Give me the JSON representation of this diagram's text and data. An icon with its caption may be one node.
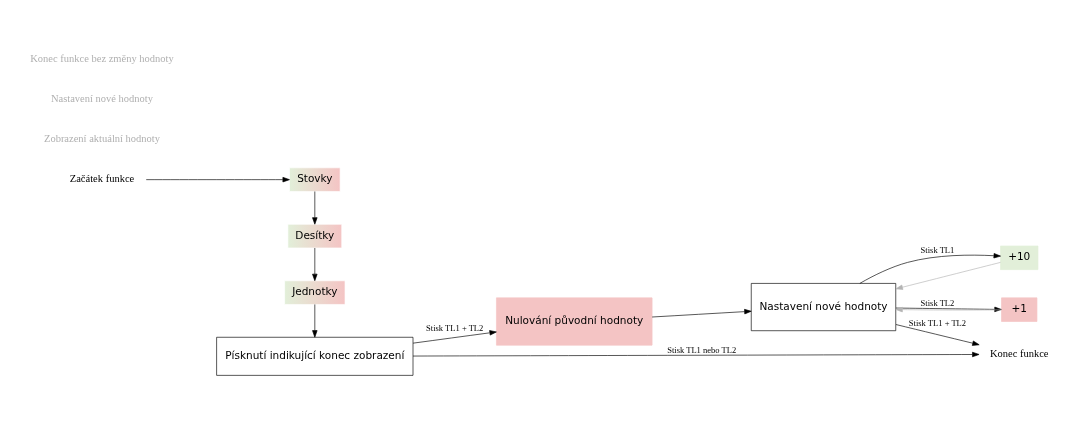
{
  "diagram": {
    "nodes": [
      {
        "text": [
          "Začátek funkce"
        ]
      },
      {
        "text": [
          "Stovky"
        ]
      },
      {
        "text": [
          "Desítky"
        ]
      },
      {
        "text": [
          "Jednotky"
        ]
      },
      {
        "text": [
          "Písknutí indikující konec zobrazení"
        ]
      },
      {
        "text": [
          "Nulování původní hodnoty"
        ]
      },
      {
        "text": [
          "Nastavení nové hodnoty"
        ]
      },
      {
        "text": [
          "+10"
        ]
      },
      {
        "text": [
          "+1"
        ]
      },
      {
        "text": [
          "Konec funkce"
        ]
      }
    ],
    "edges": [
      {
        "from": 0,
        "to": 1,
        "arrow": "to"
      },
      {
        "from": 1,
        "to": 2,
        "arrow": "to"
      },
      {
        "from": 2,
        "to": 3,
        "arrow": "to"
      },
      {
        "from": 3,
        "to": 4,
        "arrow": "to"
      },
      {
        "from": 4,
        "to": 5,
        "arrow": "to",
        "label": "Stisk TL1 + TL2"
      },
      {
        "from": 5,
        "to": 6,
        "arrow": "to"
      },
      {
        "from": 6,
        "to": 7,
        "arrow": "to",
        "label": "Stisk TL1"
      },
      {
        "from": 6,
        "to": 8,
        "arrow": "to",
        "label": "Stisk TL2"
      },
      {
        "from": 7,
        "to": 6,
        "arrow": "to",
        "color": "#b4b4b4"
      },
      {
        "from": 8,
        "to": 6,
        "arrow": "to",
        "color": "#b4b4b4"
      },
      {
        "from": 6,
        "to": 9,
        "arrow": "to",
        "label": "Stisk TL1 + TL2"
      },
      {
        "from": 4,
        "to": 9,
        "arrow": "to",
        "label": "Stisk TL1 nebo TL2"
      }
    ],
    "labels": [
      "Zobrazení aktuální hodnoty",
      "Nastavení nové hodnoty",
      "Konec funkce bez změny hodnoty"
    ]
  }
}
